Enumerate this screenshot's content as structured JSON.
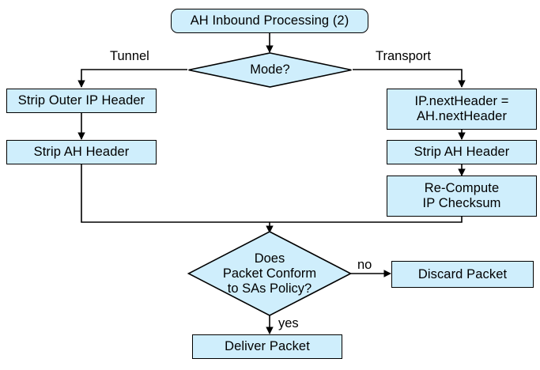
{
  "diagram": {
    "title": "AH Inbound Processing (2)",
    "type": "flowchart",
    "fill_color": "#cfeefc",
    "stroke_color": "#000000",
    "nodes": {
      "start": {
        "label": "AH Inbound Processing (2)",
        "shape": "rounded-rectangle"
      },
      "mode_decision": {
        "label": "Mode?",
        "shape": "diamond"
      },
      "strip_outer_ip_header": {
        "label": "Strip Outer IP Header",
        "shape": "rectangle"
      },
      "strip_ah_header_tunnel": {
        "label": "Strip AH Header",
        "shape": "rectangle"
      },
      "next_header_copy": {
        "line1": "IP.nextHeader =",
        "line2": "AH.nextHeader",
        "shape": "rectangle"
      },
      "strip_ah_header_transport": {
        "label": "Strip AH Header",
        "shape": "rectangle"
      },
      "recompute_checksum": {
        "line1": "Re-Compute",
        "line2": "IP Checksum",
        "shape": "rectangle"
      },
      "policy_decision": {
        "label": "Does\nPacket Conform\nto SAs Policy?",
        "shape": "diamond"
      },
      "discard_packet": {
        "label": "Discard Packet",
        "shape": "rectangle"
      },
      "deliver_packet": {
        "label": "Deliver Packet",
        "shape": "rectangle"
      }
    },
    "edge_labels": {
      "tunnel": "Tunnel",
      "transport": "Transport",
      "no": "no",
      "yes": "yes"
    }
  }
}
